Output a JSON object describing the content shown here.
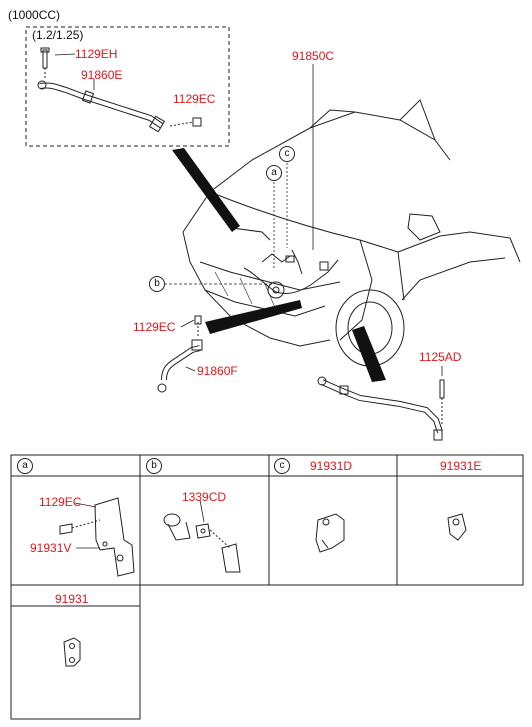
{
  "variant_note": "(1000CC)",
  "inset_ratio": "(1.2/1.25)",
  "callouts_main": {
    "p_1129EH": "1129EH",
    "p_91860E": "91860E",
    "p_1129EC_inset": "1129EC",
    "p_91850C": "91850C",
    "p_1129EC": "1129EC",
    "p_91860F": "91860F",
    "p_1125AD": "1125AD"
  },
  "circle_markers": {
    "a": "a",
    "b": "b",
    "c": "c"
  },
  "table": {
    "row1": [
      {
        "marker": "a",
        "header": ""
      },
      {
        "marker": "b",
        "header": ""
      },
      {
        "marker": "c",
        "header": "91931D"
      },
      {
        "marker": "",
        "header": "91931E"
      }
    ],
    "row2": [
      {
        "header": "91931"
      }
    ],
    "cell_a_parts": {
      "top": "1129EC",
      "bottom": "91931V"
    },
    "cell_b_parts": {
      "top": "1339CD"
    }
  },
  "colors": {
    "part_number": "#e8151b",
    "line": "#222222"
  }
}
